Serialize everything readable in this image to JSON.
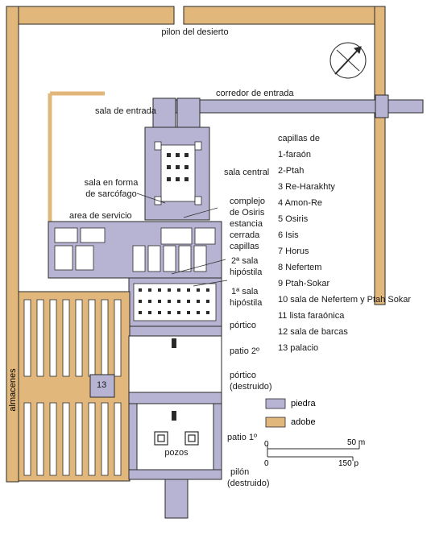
{
  "labels": {
    "pilon_desierto": "pilon del desierto",
    "corredor": "corredor de entrada",
    "sala_entrada": "sala de entrada",
    "sala_central": "sala central",
    "sala_sarcofago_1": "sala en forma",
    "sala_sarcofago_2": "de sarcófago",
    "area_servicio": "area de servicio",
    "complejo_1": "complejo",
    "complejo_2": "de Osiris",
    "estancia_1": "estancia",
    "estancia_2": "cerrada",
    "capillas": "capillas",
    "sala2_1": "2ª sala",
    "sala2_2": "hipóstila",
    "sala1_1": "1ª sala",
    "sala1_2": "hipóstila",
    "portico": "pórtico",
    "patio2": "patio 2º",
    "portico_destr_1": "pórtico",
    "portico_destr_2": "(destruido)",
    "patio1": "patio 1º",
    "pozos": "pozos",
    "pilon_1": "pilón",
    "pilon_2": "(destruido)",
    "almacenes": "almacenes",
    "num_13": "13"
  },
  "chapel_list": {
    "title": "capillas de",
    "items": [
      "1-faraón",
      "2-Ptah",
      "3 Re-Harakhty",
      "4 Amon-Re",
      "5 Osiris",
      "6 Isis",
      "7 Horus",
      "8 Nefertem",
      "9 Ptah-Sokar",
      "10 sala de Nefertem y Ptah Sokar",
      "11 lista faraónica",
      "12 sala de barcas",
      "13 palacio"
    ]
  },
  "legend": {
    "items": [
      {
        "label": "piedra",
        "color": "#b6b4d2"
      },
      {
        "label": "adobe",
        "color": "#e2b77b"
      }
    ]
  },
  "scale": {
    "top_zero": "0",
    "top_max": "50 m",
    "bottom_zero": "0",
    "bottom_max": "150 p"
  },
  "colors": {
    "stone": "#b6b4d2",
    "adobe": "#e2b77b",
    "line": "#2a2a2a",
    "background": "#ffffff"
  }
}
